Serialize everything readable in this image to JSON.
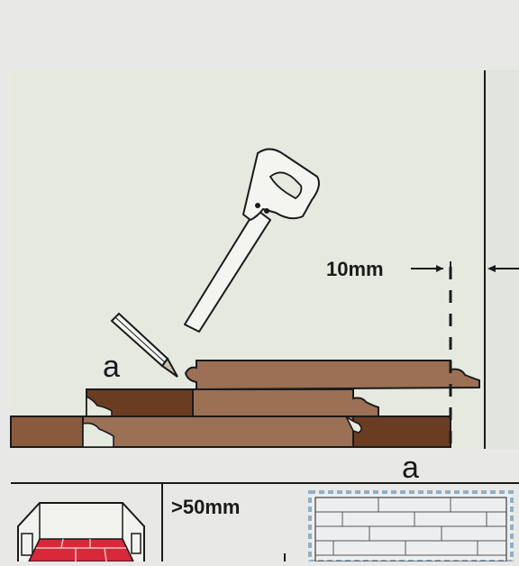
{
  "diagram": {
    "labels": {
      "gap": "10mm",
      "marker_left": "a",
      "marker_bottom": "a",
      "lower_gap": ">50mm"
    },
    "icons": [
      "saw-icon",
      "pencil-icon",
      "room-corner-icon",
      "floor-plan-icon"
    ],
    "colors": {
      "background": "#e8e8e6",
      "panel": "#e6e9e0",
      "board_light": "#9b7055",
      "board_dark": "#6a3d22",
      "board_mid": "#8a5a3c",
      "brick_red": "#d8283a",
      "blueprint_blue": "#8fb0c8",
      "line": "#1a1a1a"
    }
  }
}
